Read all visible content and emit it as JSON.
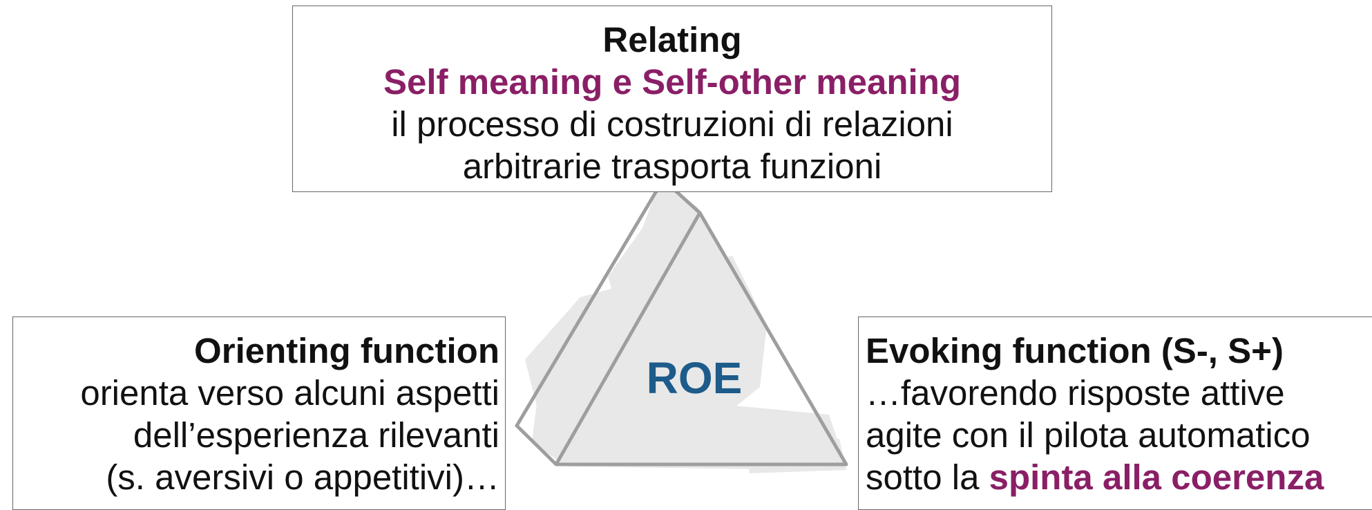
{
  "top_box": {
    "title": "Relating",
    "subtitle": "Self meaning e Self-other meaning",
    "line1": "il processo di costruzioni di relazioni",
    "line2": "arbitrarie trasporta funzioni"
  },
  "left_box": {
    "title": "Orienting function",
    "line1": "orienta verso alcuni aspetti",
    "line2": "dell’esperienza rilevanti",
    "line3": "(s. aversivi o appetitivi)…"
  },
  "right_box": {
    "title": "Evoking function (S-, S+)",
    "line1": "…favorendo risposte attive",
    "line2": "agite con il pilota automatico",
    "line3_prefix": "sotto la ",
    "line3_highlight": "spinta alla coerenza"
  },
  "center": {
    "label": "ROE"
  },
  "colors": {
    "accent": "#8a1f66",
    "center_label": "#1d5b8a",
    "outline": "#9e9e9e",
    "fill": "#e6e6e6"
  },
  "shape": "triangular-pyramid"
}
